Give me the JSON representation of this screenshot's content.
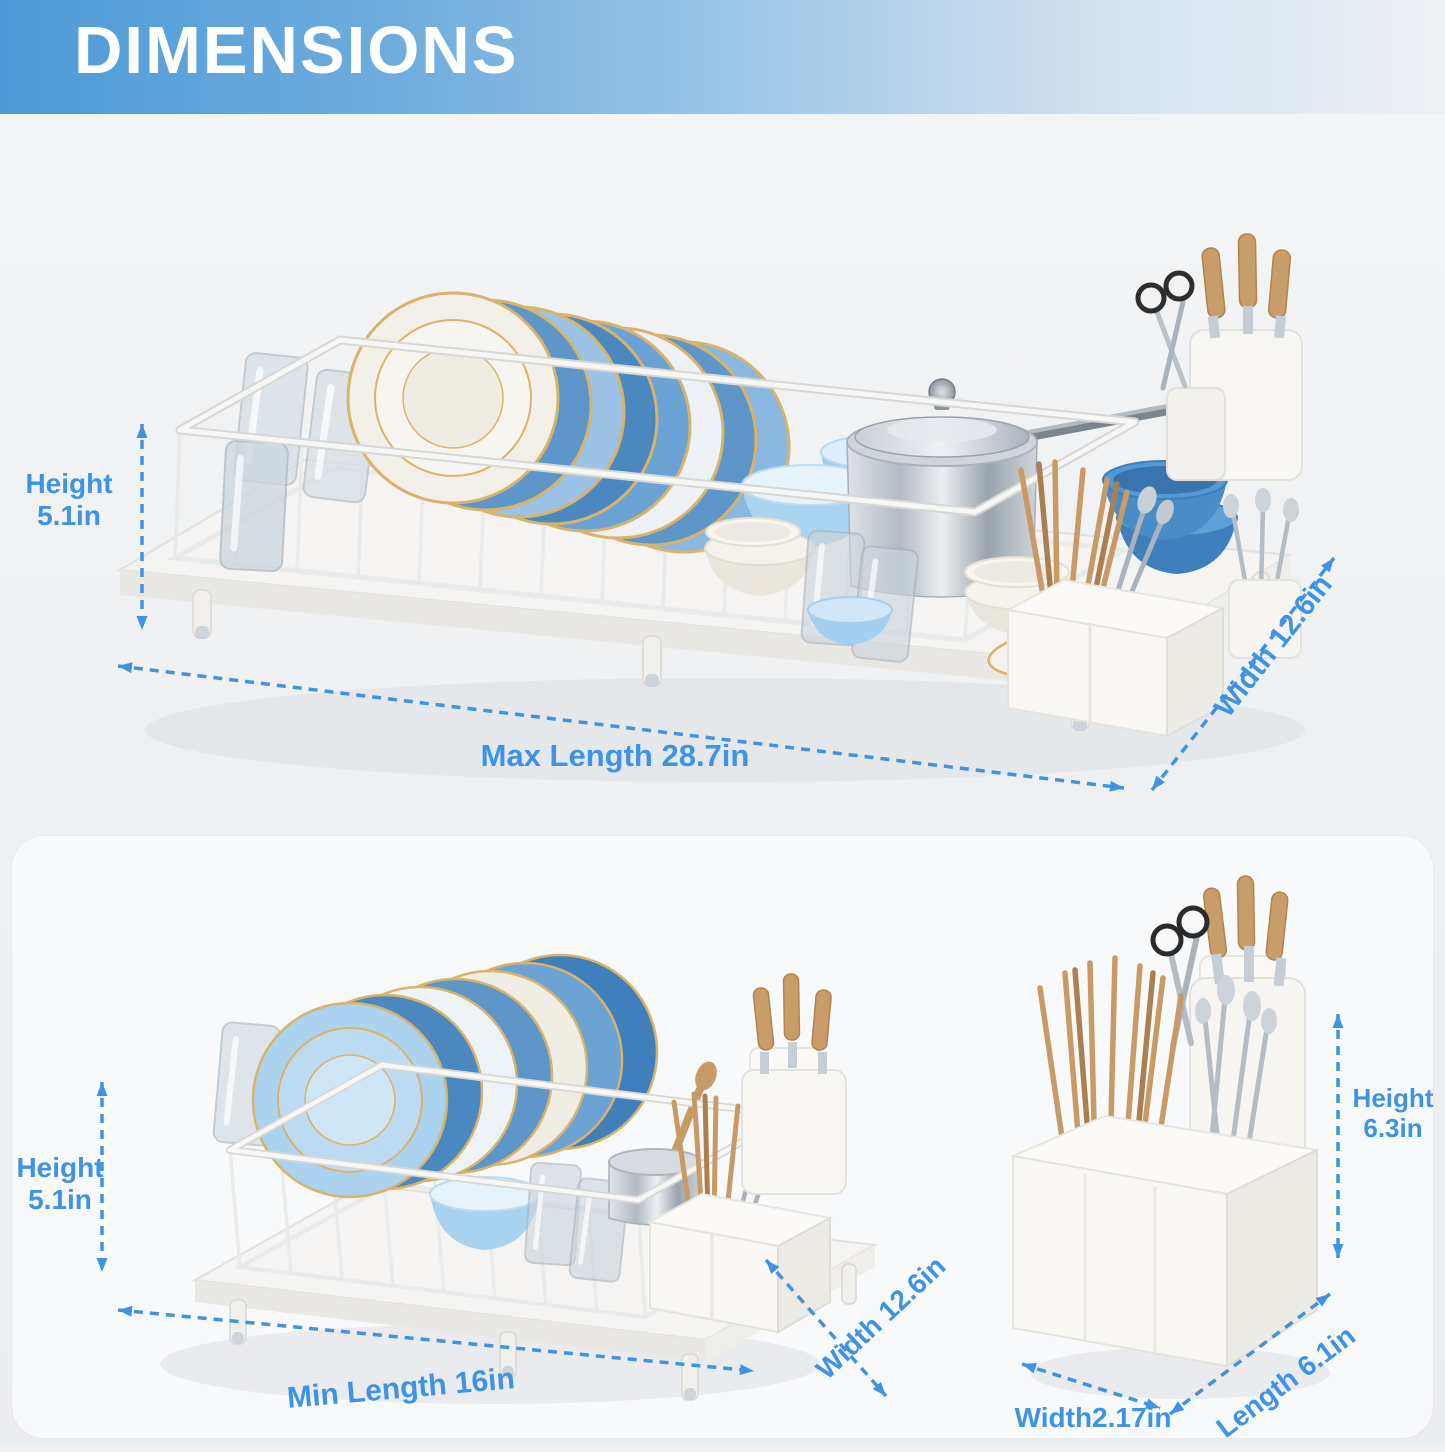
{
  "title": "DIMENSIONS",
  "colors": {
    "accent_blue": "#3f93e2",
    "banner_blue": "#4e9ad6",
    "background_gray": "#eef0f2",
    "panel_gray": "#f8f9fa",
    "plate_blue": "#5e96ca",
    "gold_rim": "#d8b36a"
  },
  "figures": {
    "extended_rack": {
      "height": {
        "label": "Height",
        "value": "5.1in"
      },
      "max_length": "Max Length 28.7in",
      "width": "Width 12.6in"
    },
    "compact_rack": {
      "height": {
        "label": "Height",
        "value": "5.1in"
      },
      "min_length": "Min Length 16in",
      "width": "Width 12.6in"
    },
    "utensil_holder": {
      "height": {
        "label": "Height",
        "value": "6.3in"
      },
      "width": "Width2.17in",
      "length": "Length 6.1in"
    }
  }
}
